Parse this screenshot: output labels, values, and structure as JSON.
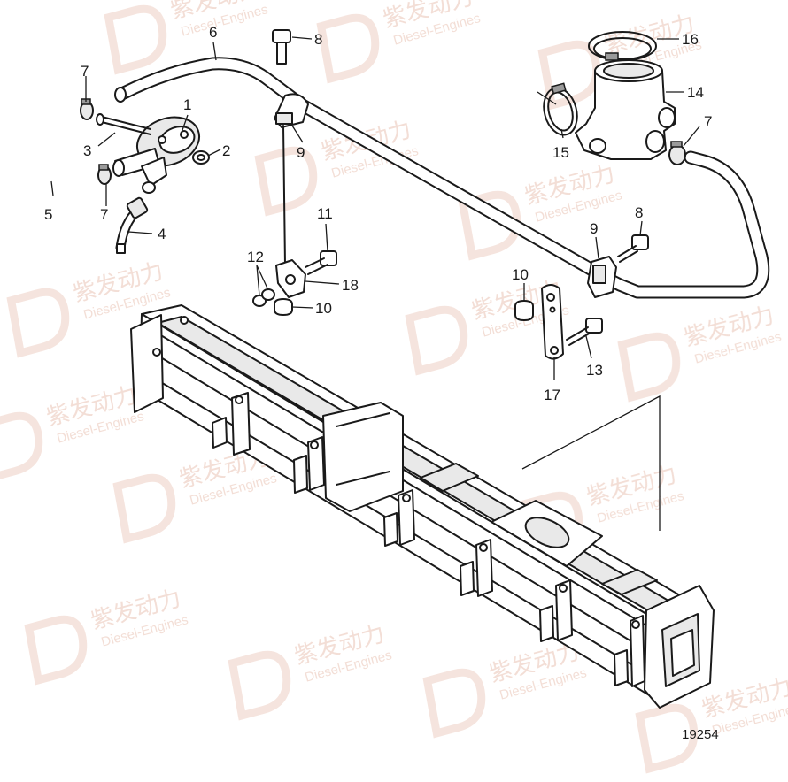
{
  "watermark": {
    "brand": "紫发动力",
    "subtitle": "Diesel-Engines"
  },
  "callouts": {
    "c1": "1",
    "c2": "2",
    "c3": "3",
    "c4": "4",
    "c5": "5",
    "c6": "6",
    "c7a": "7",
    "c7b": "7",
    "c7c": "7",
    "c8a": "8",
    "c8b": "8",
    "c9a": "9",
    "c9b": "9",
    "c10a": "10",
    "c10b": "10",
    "c11": "11",
    "c12": "12",
    "c13": "13",
    "c14": "14",
    "c15": "15",
    "c16": "16",
    "c17": "17",
    "c18": "18"
  },
  "drawing_number": "19254"
}
